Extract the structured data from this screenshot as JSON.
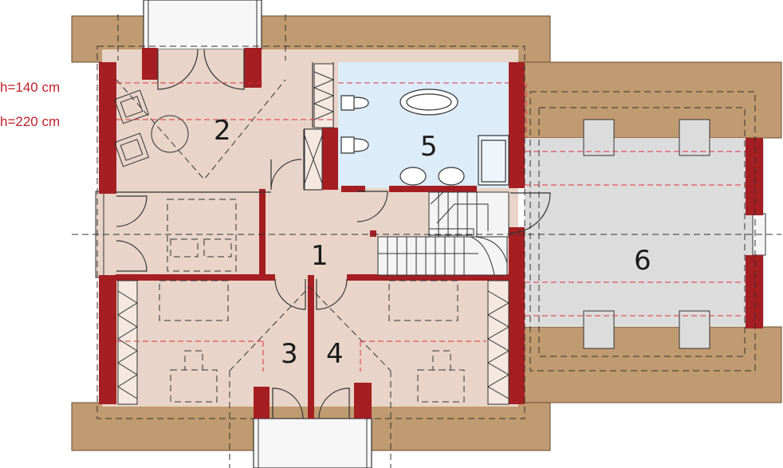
{
  "legend": {
    "height_low": "h=140 cm",
    "height_high": "h=220 cm"
  },
  "rooms": [
    {
      "id": "1",
      "label": "1"
    },
    {
      "id": "2",
      "label": "2"
    },
    {
      "id": "3",
      "label": "3"
    },
    {
      "id": "4",
      "label": "4"
    },
    {
      "id": "5",
      "label": "5"
    },
    {
      "id": "6",
      "label": "6"
    }
  ],
  "colors": {
    "roof": "#c09a70",
    "floor": "#e8d4c8",
    "bathroom": "#dcecf8",
    "garage_attic": "#dcdcdc",
    "wall": "#a41e22",
    "legend_red": "#c0202a"
  }
}
